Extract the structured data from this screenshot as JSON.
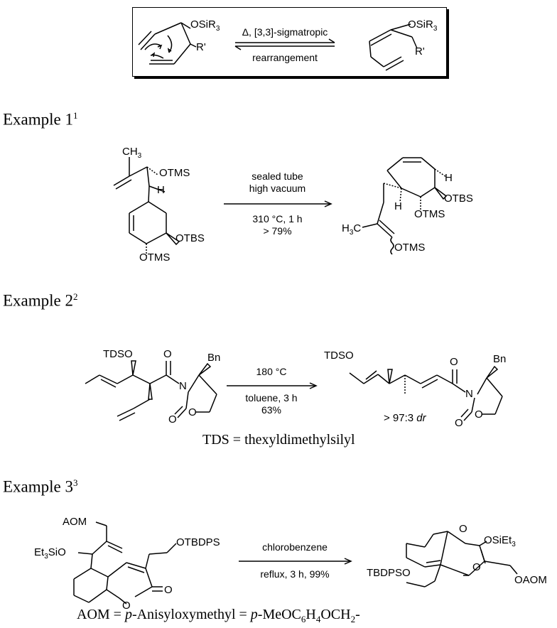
{
  "scheme": {
    "reactant_label_1": "OSiR",
    "reactant_label_1_sub": "3",
    "reactant_label_2": "R'",
    "arrow_top": "Δ, [3,3]-sigmatropic",
    "arrow_bottom": "rearrangement",
    "product_label_1": "OSiR",
    "product_label_1_sub": "3",
    "product_label_2": "R'"
  },
  "example1": {
    "heading": "Example 1",
    "ref": "1",
    "labels": {
      "ch3": "CH",
      "ch3_sub": "3",
      "otms_top": "OTMS",
      "h": "H",
      "otbs": "OTBS",
      "otms_bottom": "OTMS",
      "p_h": "H",
      "p_otbs": "OTBS",
      "p_h2": "H",
      "p_otms": "OTMS",
      "p_h3c": "H",
      "p_h3c_sub": "3",
      "p_h3c_c": "C",
      "p_otms2": "OTMS"
    },
    "conditions_top": [
      "sealed tube",
      "high vacuum"
    ],
    "conditions_bottom": [
      "310 °C, 1 h",
      "> 79%"
    ]
  },
  "example2": {
    "heading": "Example 2",
    "ref": "2",
    "labels": {
      "tdso": "TDSO",
      "o1": "O",
      "bn": "Bn",
      "n": "N",
      "o_ring": "O",
      "o_carb": "O",
      "p_tdso": "TDSO",
      "p_o1": "O",
      "p_bn": "Bn",
      "p_n": "N",
      "p_o_ring": "O",
      "p_o_carb": "O"
    },
    "conditions_top": [
      "180 °C"
    ],
    "conditions_bottom": [
      "toluene, 3 h",
      "63%"
    ],
    "dr_prefix": "> 97:3 ",
    "dr_italic": "dr",
    "footnote": "TDS = thexyldimethylsilyl"
  },
  "example3": {
    "heading": "Example 3",
    "ref": "3",
    "labels": {
      "aom": "AOM",
      "et3sio_a": "Et",
      "et3sio_sub": "3",
      "et3sio_b": "SiO",
      "otbdps": "OTBDPS",
      "o_ring": "O",
      "o_carb": "O",
      "p_o_top": "O",
      "p_osiet3_a": "OSiEt",
      "p_osiet3_sub": "3",
      "p_o": "O",
      "p_tbdpso": "TBDPSO",
      "p_oaom": "OAOM"
    },
    "conditions_top": [
      "chlorobenzene"
    ],
    "conditions_bottom": [
      "reflux, 3 h, 99%"
    ],
    "footnote_a": "AOM = ",
    "footnote_b": "p",
    "footnote_c": "-Anisyloxymethyl = ",
    "footnote_d": "p",
    "footnote_e": "-MeOC",
    "footnote_f": "6",
    "footnote_g": "H",
    "footnote_h": "4",
    "footnote_i": "OCH",
    "footnote_j": "2",
    "footnote_k": "-"
  }
}
